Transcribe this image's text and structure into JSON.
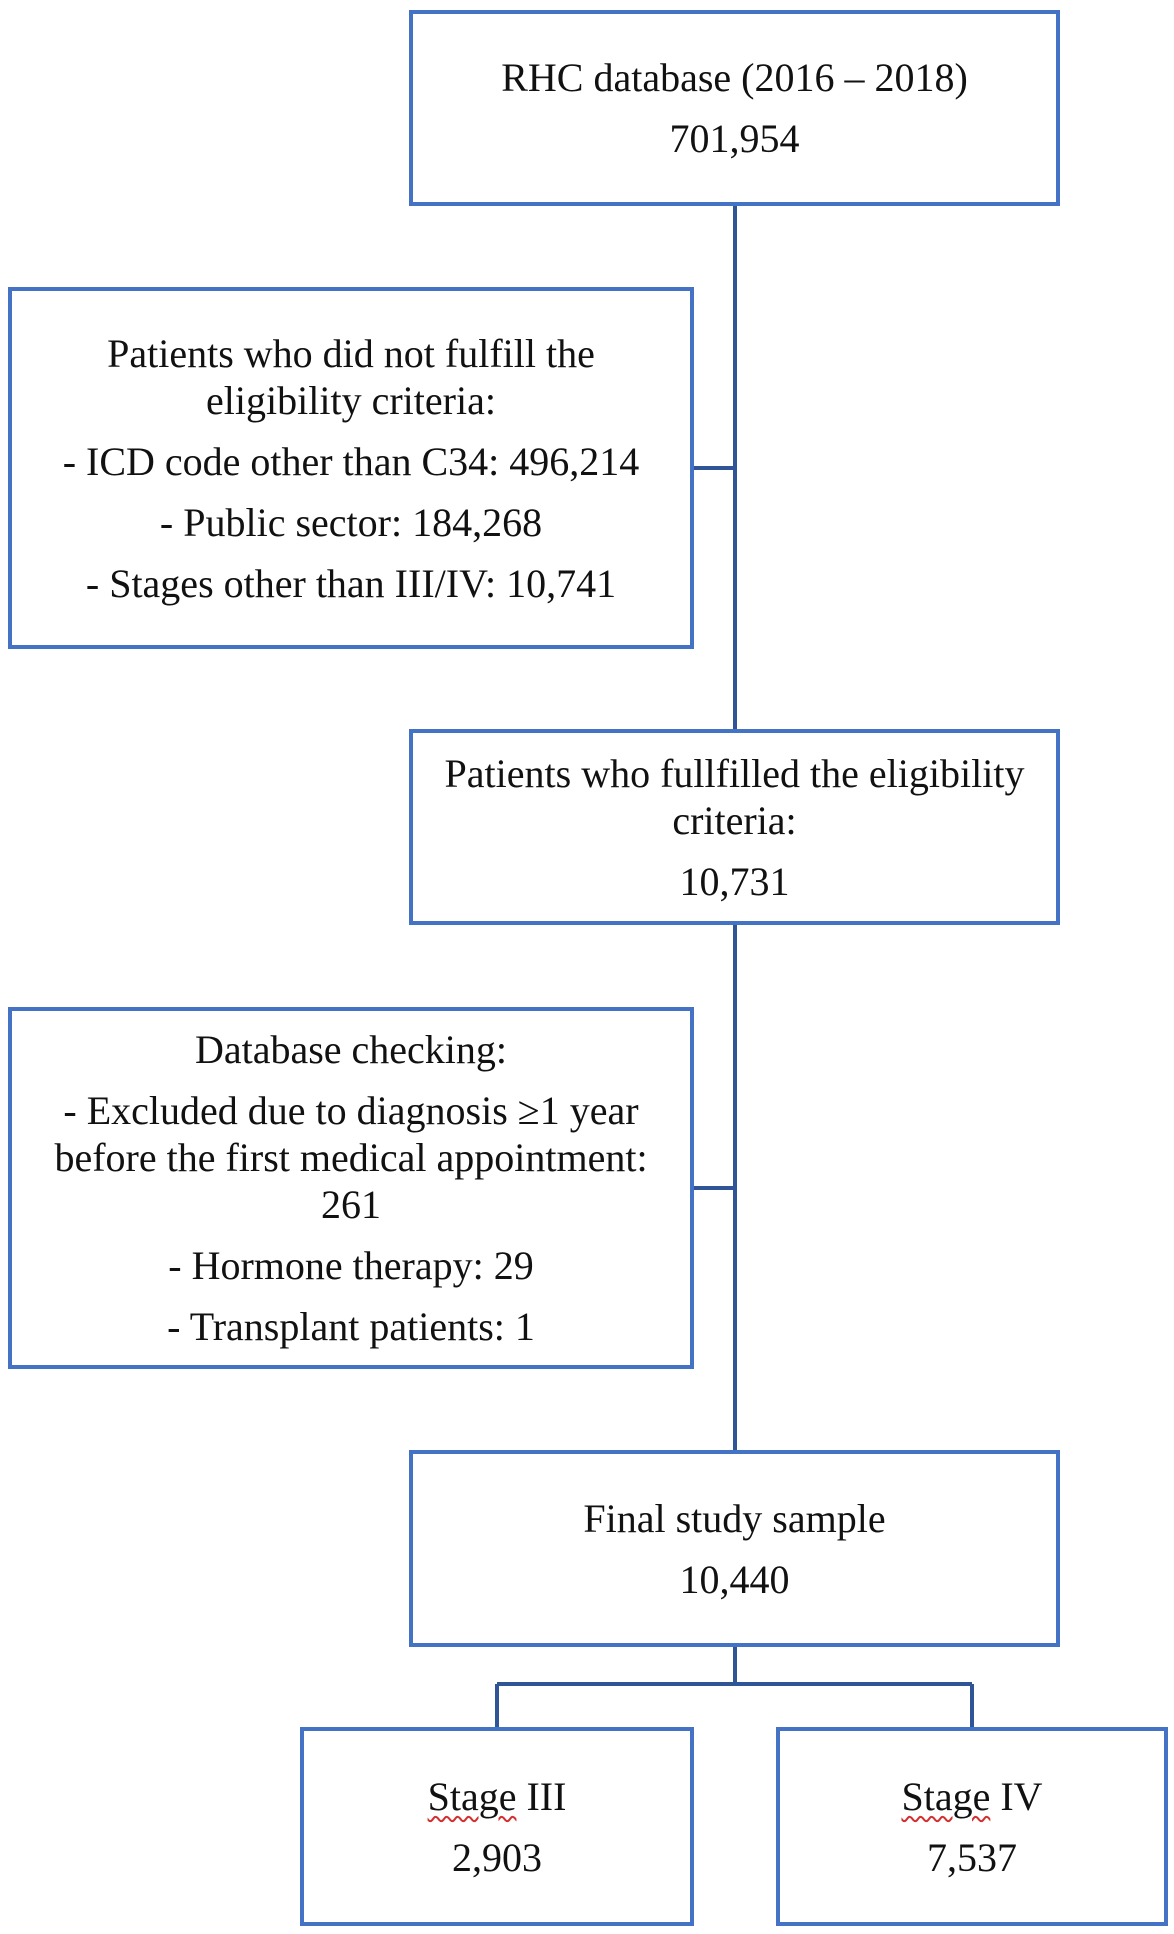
{
  "colors": {
    "box_border": "#4472C4",
    "connector": "#2F5597",
    "text": "#111111",
    "spellcheck_underline": "#d32f2f"
  },
  "boxes": {
    "database": {
      "title": "RHC database (2016 – 2018)",
      "count": "701,954"
    },
    "excluded_eligibility": {
      "title_line1": "Patients who did not fulfill the",
      "title_line2": "eligibility criteria:",
      "items": [
        "- ICD code other than C34: 496,214",
        "- Public sector: 184,268",
        "- Stages other than III/IV: 10,741"
      ]
    },
    "eligible": {
      "title_line1": "Patients who fullfilled the eligibility",
      "title_line2": "criteria:",
      "count": "10,731"
    },
    "db_check": {
      "title": "Database checking:",
      "item1_line1": "- Excluded due to diagnosis ≥1 year",
      "item1_line2": "before the first medical appointment:",
      "item1_line3": "261",
      "item2": "- Hormone therapy: 29",
      "item3": "- Transplant patients: 1"
    },
    "final": {
      "title": "Final study sample",
      "count": "10,440"
    },
    "stage3": {
      "word": "Stage",
      "suffix": " III",
      "count": "2,903"
    },
    "stage4": {
      "word": "Stage",
      "suffix": " IV",
      "count": "7,537"
    }
  }
}
